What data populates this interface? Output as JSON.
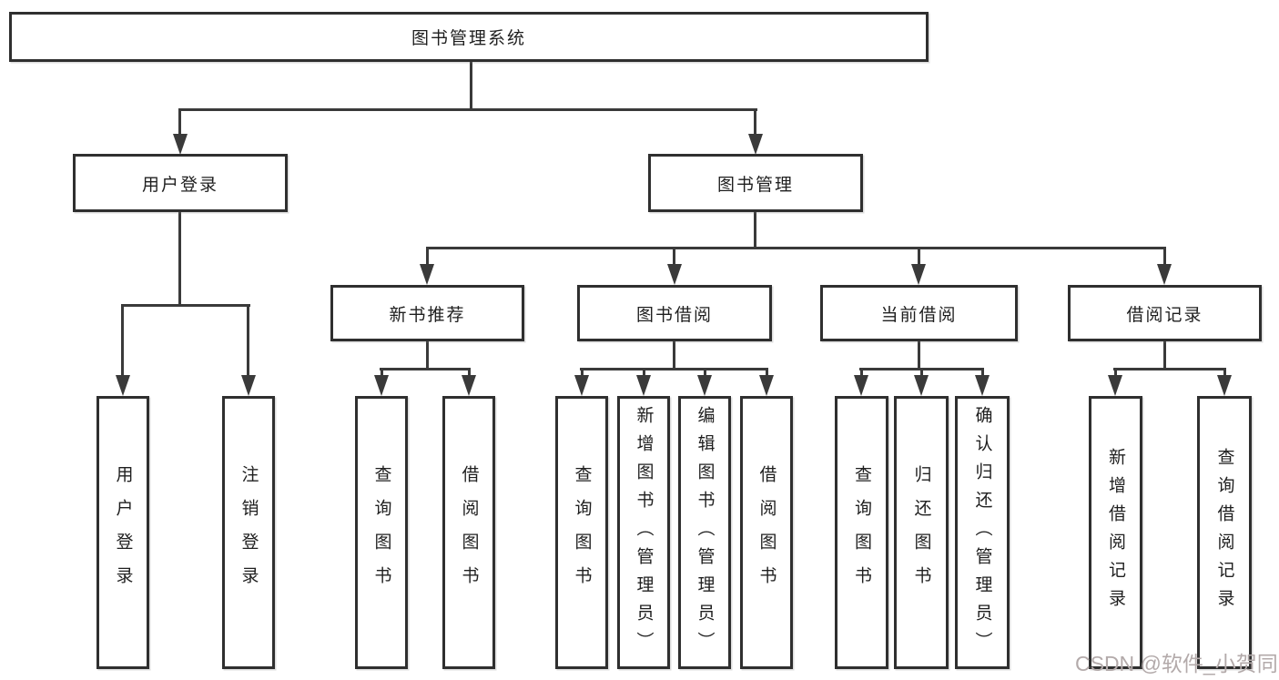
{
  "tree": {
    "label": "图书管理系统",
    "children": [
      {
        "label": "用户登录",
        "children": [
          {
            "label": "用户登录"
          },
          {
            "label": "注销登录"
          }
        ]
      },
      {
        "label": "图书管理",
        "children": [
          {
            "label": "新书推荐",
            "children": [
              {
                "label": "查询图书"
              },
              {
                "label": "借阅图书"
              }
            ]
          },
          {
            "label": "图书借阅",
            "children": [
              {
                "label": "查询图书"
              },
              {
                "label": "新增图书（管理员）"
              },
              {
                "label": "编辑图书（管理员）"
              },
              {
                "label": "借阅图书"
              }
            ]
          },
          {
            "label": "当前借阅",
            "children": [
              {
                "label": "查询图书"
              },
              {
                "label": "归还图书"
              },
              {
                "label": "确认归还（管理员）"
              }
            ]
          },
          {
            "label": "借阅记录",
            "children": [
              {
                "label": "新增借阅记录"
              },
              {
                "label": "查询借阅记录"
              }
            ]
          }
        ]
      }
    ]
  },
  "watermark": {
    "text": "CSDN @软件_小贺同学"
  },
  "colors": {
    "line": "#3a3a3a",
    "border": "#2f2f2f",
    "text": "#1f1f1f",
    "bg": "#ffffff",
    "watermark": "#b3aaaa"
  }
}
